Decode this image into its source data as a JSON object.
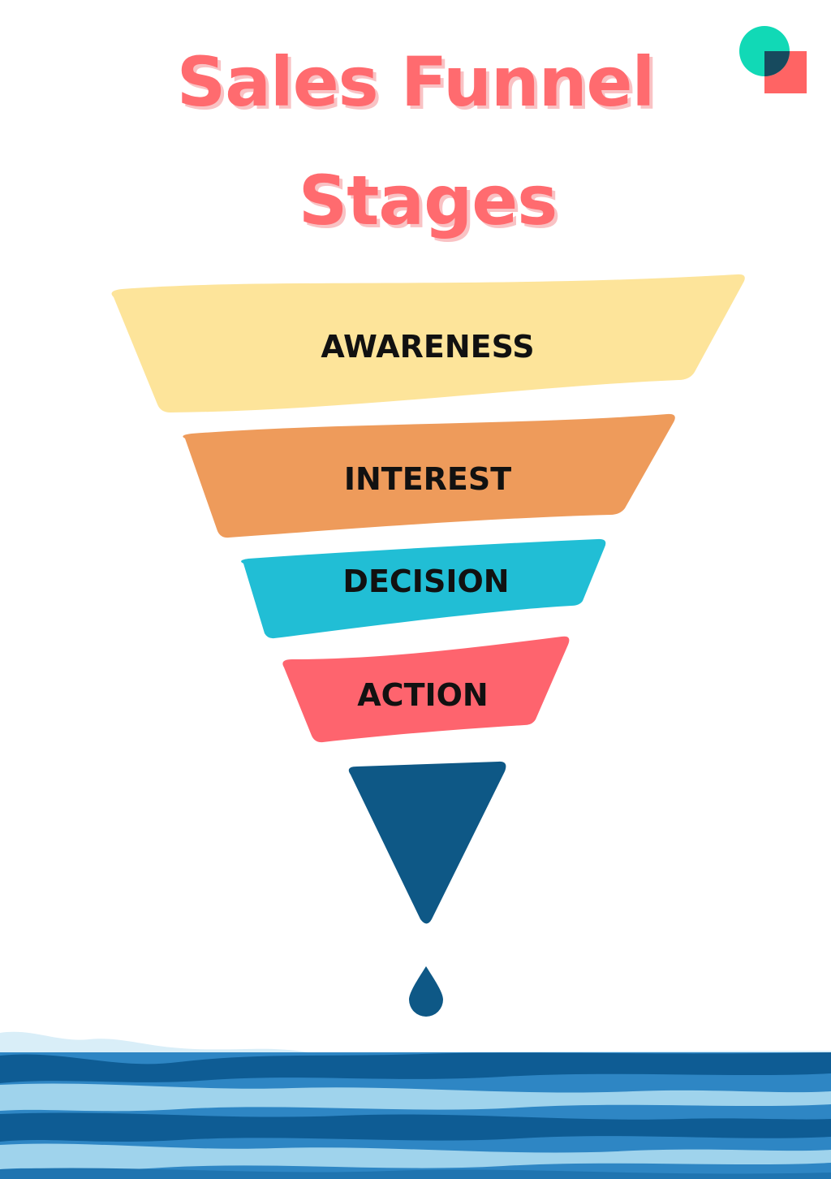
{
  "title": {
    "line1": "Sales Funnel",
    "line2": "Stages"
  },
  "stages": [
    {
      "label": "AWARENESS",
      "color": "#FDE49A"
    },
    {
      "label": "INTEREST",
      "color": "#EE9B5B"
    },
    {
      "label": "DECISION",
      "color": "#21BED5"
    },
    {
      "label": "ACTION",
      "color": "#FE646E"
    }
  ],
  "colors": {
    "title": "#FF6B6F",
    "title_shadow": "#F9C2C4",
    "funnel_tip": "#0E5886",
    "drop": "#0E5886",
    "logo_circle": "#11D9B6",
    "logo_square": "#FF6464",
    "logo_overlap": "#174A5E",
    "water_dark": "#0E5C94",
    "water_mid": "#2E86C4",
    "water_light": "#9FD3EC",
    "foam": "#D9EEF8"
  },
  "icons": {
    "logo": "logo-icon",
    "drop": "water-drop-icon"
  }
}
